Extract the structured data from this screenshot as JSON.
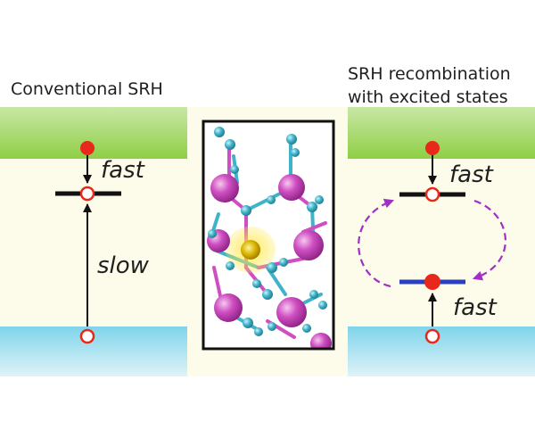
{
  "left_panel": {
    "title": "Conventional SRH",
    "upper_rate": "fast",
    "lower_rate": "slow"
  },
  "right_panel": {
    "title_line1": "SRH recombination",
    "title_line2": "with excited states",
    "upper_rate": "fast",
    "lower_rate": "fast"
  },
  "colors": {
    "background": "#fdfbe9",
    "conduction_band": "#8fcf45",
    "valence_band": "#7fd4ea",
    "electron": "#e8281b",
    "defect_level": "#111111",
    "excited_level": "#2a3fbf",
    "cycle_arrow": "#a02fc7",
    "atom_large": "#cf4fc2",
    "atom_small": "#3fb3c9",
    "defect_atom": "#d8b400"
  },
  "icons": {
    "filled_circle": "electron-icon",
    "open_circle": "hole-icon",
    "structure": "crystal-structure-icon"
  }
}
